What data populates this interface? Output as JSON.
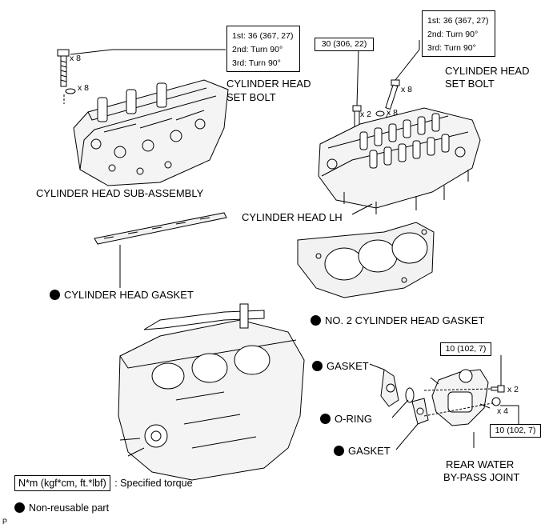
{
  "torque_spec_left": {
    "lines": [
      "1st: 36 (367, 27)",
      "2nd: Turn 90°",
      "3rd: Turn 90°"
    ]
  },
  "torque_spec_right": {
    "lines": [
      "1st: 36 (367, 27)",
      "2nd: Turn 90°",
      "3rd: Turn 90°"
    ]
  },
  "torque_spec_30": "30 (306, 22)",
  "torque_spec_10a": "10 (102, 7)",
  "torque_spec_10b": "10 (102, 7)",
  "qty": {
    "bolt_left": "x 8",
    "washer_left": "x 8",
    "bolt_right": "x 8",
    "bolt_30": "x 2",
    "washer_right": "x 8",
    "bolt_10a": "x 2",
    "bolt_10b": "x 4"
  },
  "labels": {
    "cyl_head_set_bolt_left_1": "CYLINDER HEAD",
    "cyl_head_set_bolt_left_2": "SET BOLT",
    "cyl_head_set_bolt_right_1": "CYLINDER HEAD",
    "cyl_head_set_bolt_right_2": "SET BOLT",
    "cyl_head_sub_assembly": "CYLINDER HEAD SUB-ASSEMBLY",
    "cyl_head_lh": "CYLINDER HEAD LH",
    "cyl_head_gasket": "CYLINDER HEAD GASKET",
    "no2_cyl_head_gasket": "NO. 2 CYLINDER HEAD GASKET",
    "gasket_top": "GASKET",
    "o_ring": "O-RING",
    "gasket_bottom": "GASKET",
    "rear_water_bypass_1": "REAR WATER",
    "rear_water_bypass_2": "BY-PASS JOINT"
  },
  "legend": {
    "torque_unit": "N*m (kgf*cm, ft.*lbf)",
    "torque_desc": ": Specified torque",
    "non_reusable": "Non-reusable part"
  },
  "corner_mark": "P",
  "colors": {
    "ink": "#000000",
    "background": "#ffffff",
    "fill": "#f2f2f2"
  }
}
